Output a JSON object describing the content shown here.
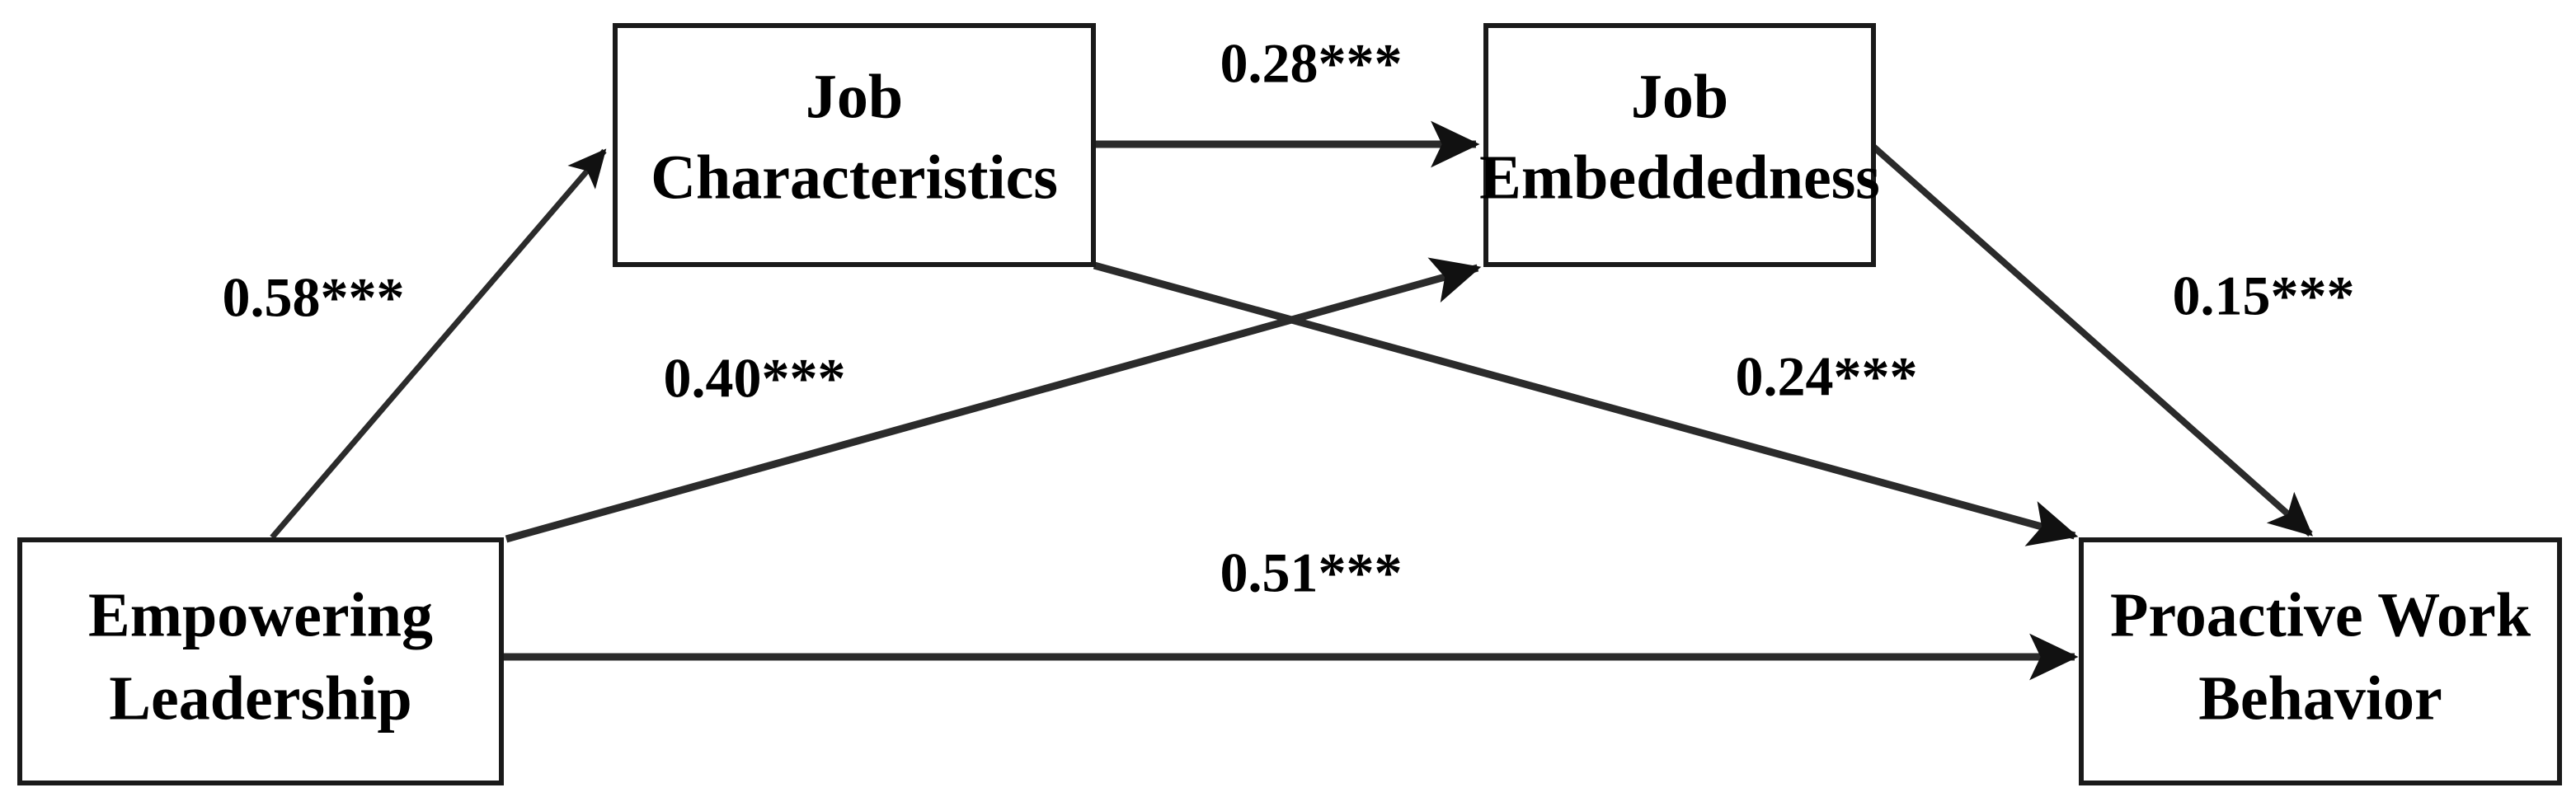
{
  "figure": {
    "type": "path-diagram",
    "background_color": "#ffffff",
    "line_color": "#2b2b2b",
    "box_border_color": "#1a1a1a",
    "text_color": "#000000"
  },
  "nodes": {
    "empowering_leadership": {
      "line1": "Empowering",
      "line2": "Leadership"
    },
    "job_characteristics": {
      "line1": "Job",
      "line2": "Characteristics"
    },
    "job_embeddedness": {
      "line1": "Job",
      "line2": "Embeddedness"
    },
    "proactive_work_behavior": {
      "line1": "Proactive Work",
      "line2": "Behavior"
    }
  },
  "coefficients": {
    "el_to_jc": "0.58***",
    "jc_to_je": "0.28***",
    "el_to_je": "0.40***",
    "jc_to_pwb": "0.24***",
    "je_to_pwb": "0.15***",
    "el_to_pwb": "0.51***"
  },
  "chart_data": {
    "type": "diagram",
    "title": "",
    "nodes": [
      "Empowering Leadership",
      "Job Characteristics",
      "Job Embeddedness",
      "Proactive Work Behavior"
    ],
    "edges": [
      {
        "from": "Empowering Leadership",
        "to": "Job Characteristics",
        "label": "0.58***",
        "value": 0.58
      },
      {
        "from": "Job Characteristics",
        "to": "Job Embeddedness",
        "label": "0.28***",
        "value": 0.28
      },
      {
        "from": "Empowering Leadership",
        "to": "Job Embeddedness",
        "label": "0.40***",
        "value": 0.4
      },
      {
        "from": "Job Characteristics",
        "to": "Proactive Work Behavior",
        "label": "0.24***",
        "value": 0.24
      },
      {
        "from": "Job Embeddedness",
        "to": "Proactive Work Behavior",
        "label": "0.15***",
        "value": 0.15
      },
      {
        "from": "Empowering Leadership",
        "to": "Proactive Work Behavior",
        "label": "0.51***",
        "value": 0.51
      }
    ]
  }
}
